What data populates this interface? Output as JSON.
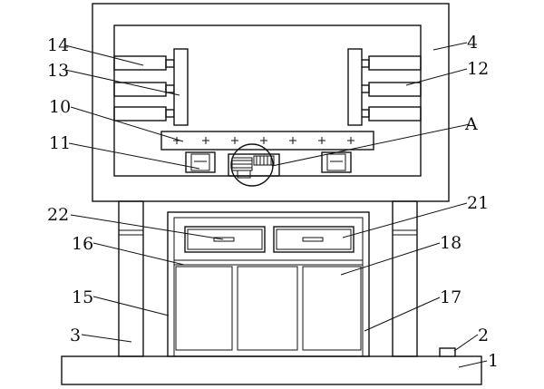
{
  "figure": {
    "callouts": [
      {
        "id": "c14",
        "label": "14"
      },
      {
        "id": "c13",
        "label": "13"
      },
      {
        "id": "c10",
        "label": "10"
      },
      {
        "id": "c11",
        "label": "11"
      },
      {
        "id": "c22",
        "label": "22"
      },
      {
        "id": "c16",
        "label": "16"
      },
      {
        "id": "c15",
        "label": "15"
      },
      {
        "id": "c3",
        "label": "3"
      },
      {
        "id": "c4",
        "label": "4"
      },
      {
        "id": "c12",
        "label": "12"
      },
      {
        "id": "cA",
        "label": "A"
      },
      {
        "id": "c21",
        "label": "21"
      },
      {
        "id": "c18",
        "label": "18"
      },
      {
        "id": "c17",
        "label": "17"
      },
      {
        "id": "c2",
        "label": "2"
      },
      {
        "id": "c1",
        "label": "1"
      }
    ]
  }
}
